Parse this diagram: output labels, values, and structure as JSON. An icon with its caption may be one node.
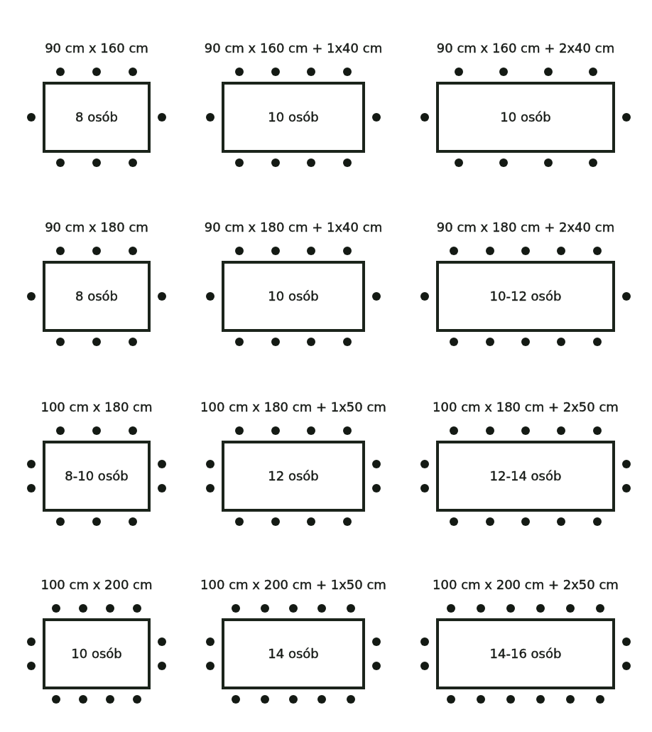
{
  "diagram": {
    "nodes": [
      {
        "text": [
          "90 cm x 160 cm",
          "8 osób"
        ]
      },
      {
        "text": [
          "90 cm x 160 cm + 1x40 cm",
          "10 osób"
        ]
      },
      {
        "text": [
          "90 cm x 160 cm + 2x40 cm",
          "10 osób"
        ]
      },
      {
        "text": [
          "90 cm x 180 cm",
          "8 osób"
        ]
      },
      {
        "text": [
          "90 cm x 180 cm + 1x40 cm",
          "10 osób"
        ]
      },
      {
        "text": [
          "90 cm x 180 cm + 2x40 cm",
          "10-12 osób"
        ]
      },
      {
        "text": [
          "100 cm x 180 cm",
          "8-10 osób"
        ]
      },
      {
        "text": [
          "100 cm x 180 cm + 1x50 cm",
          "12 osób"
        ]
      },
      {
        "text": [
          "100 cm x 180 cm + 2x50 cm",
          "12-14 osób"
        ]
      },
      {
        "text": [
          "100 cm x 200 cm",
          "10 osób"
        ]
      },
      {
        "text": [
          "100 cm x 200 cm + 1x50 cm",
          "14 osób"
        ]
      },
      {
        "text": [
          "100 cm x 200 cm + 2x50 cm",
          "14-16 osób"
        ]
      }
    ]
  }
}
